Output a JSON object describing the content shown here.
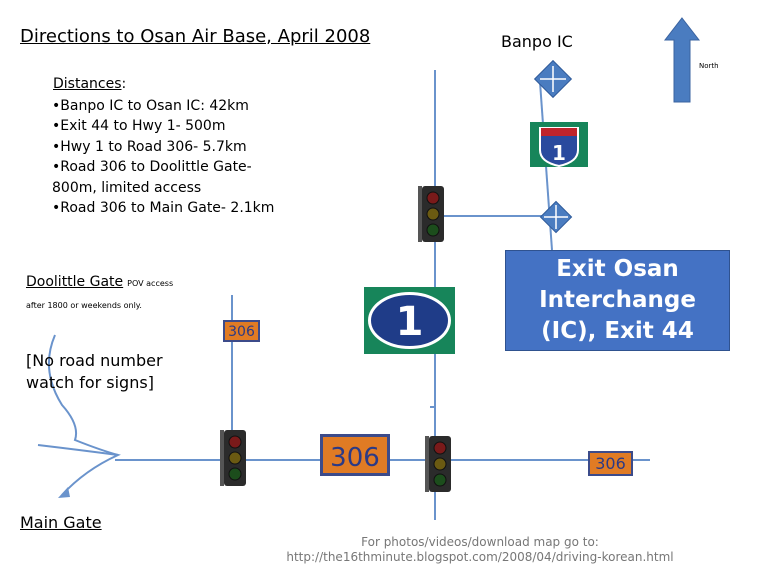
{
  "title": "Directions to Osan Air Base, April 2008",
  "distances": {
    "heading": "Distances",
    "heading_suffix": ":",
    "items": [
      "•Banpo IC to Osan IC: 42km",
      "•Exit 44 to Hwy 1- 500m",
      "•Hwy 1 to Road 306- 5.7km",
      "•Road 306 to Doolittle Gate-",
      "800m, limited access",
      "•Road 306 to Main Gate- 2.1km"
    ]
  },
  "banpo_label": "Banpo IC",
  "north_label": "North",
  "doolittle": {
    "label": "Doolittle Gate",
    "pov": "POV access",
    "note": "after 1800 or weekends only."
  },
  "no_road_note": {
    "line1": "[No road number",
    "line2": "watch for signs]"
  },
  "main_gate_label": "Main Gate",
  "exit_box": {
    "line1": "Exit Osan",
    "line2": "Interchange",
    "line3": "(IC),  Exit 44"
  },
  "signs": {
    "interstate_number": "1",
    "hwy1_number": "1",
    "road306": "306"
  },
  "footer": {
    "line1": "For photos/videos/download map go to:",
    "line2": "http://the16thminute.blogspot.com/2008/04/driving-korean.html"
  },
  "colors": {
    "road": "#4a7cc0",
    "sign_green": "#17855a",
    "sign_blue": "#1f3c88",
    "road306_fill": "#e07b24",
    "exit_box": "#4472c4",
    "arrow": "#4a7cc0"
  }
}
